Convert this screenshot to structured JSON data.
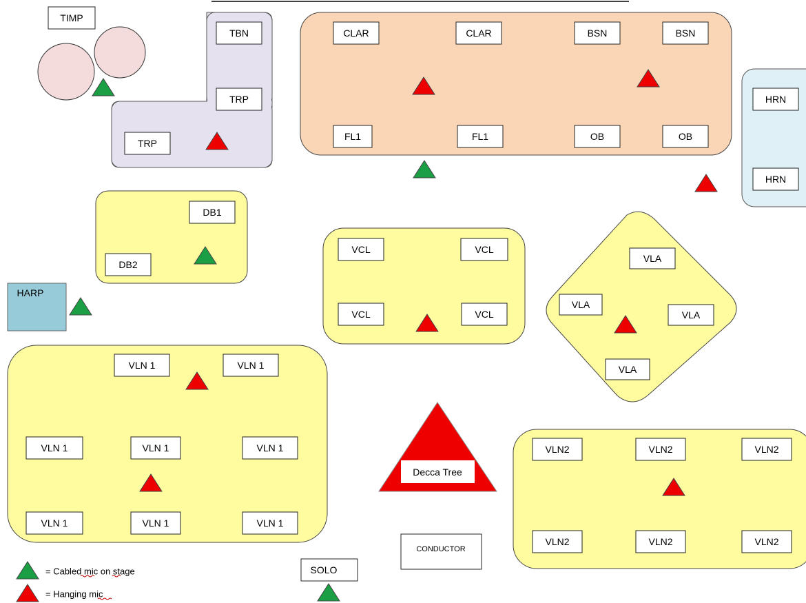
{
  "colors": {
    "cabled_mic": "#1a9f45",
    "hanging_mic": "#ee0000",
    "brass_zone": "#e6e1ee",
    "woodwind_zone": "#fad5b6",
    "horn_zone": "#dff0f6",
    "strings_zone": "#fffca0",
    "harp_block": "#97cbd9",
    "timpani": "#f4dcdc"
  },
  "labels": {
    "timp": "TIMP",
    "tbn": "TBN",
    "trp_upper": "TRP",
    "trp_lower": "TRP",
    "clar_1": "CLAR",
    "clar_2": "CLAR",
    "bsn_1": "BSN",
    "bsn_2": "BSN",
    "fl1_1": "FL1",
    "fl1_2": "FL1",
    "ob_1": "OB",
    "ob_2": "OB",
    "hrn_1": "HRN",
    "hrn_2": "HRN",
    "db1": "DB1",
    "db2": "DB2",
    "harp": "HARP",
    "vcl_1": "VCL",
    "vcl_2": "VCL",
    "vcl_3": "VCL",
    "vcl_4": "VCL",
    "vla_1": "VLA",
    "vla_2": "VLA",
    "vla_3": "VLA",
    "vla_4": "VLA",
    "vln1_1": "VLN 1",
    "vln1_2": "VLN 1",
    "vln1_3": "VLN 1",
    "vln1_4": "VLN 1",
    "vln1_5": "VLN 1",
    "vln1_6": "VLN 1",
    "vln1_7": "VLN 1",
    "vln1_8": "VLN 1",
    "decca_tree": "Decca Tree",
    "conductor": "CONDUCTOR",
    "solo": "SOLO",
    "vln2_1": "VLN2",
    "vln2_2": "VLN2",
    "vln2_3": "VLN2",
    "vln2_4": "VLN2",
    "vln2_5": "VLN2",
    "vln2_6": "VLN2"
  },
  "legend": {
    "cabled": "= Cabled mic on stage",
    "hanging": "= Hanging mic"
  }
}
